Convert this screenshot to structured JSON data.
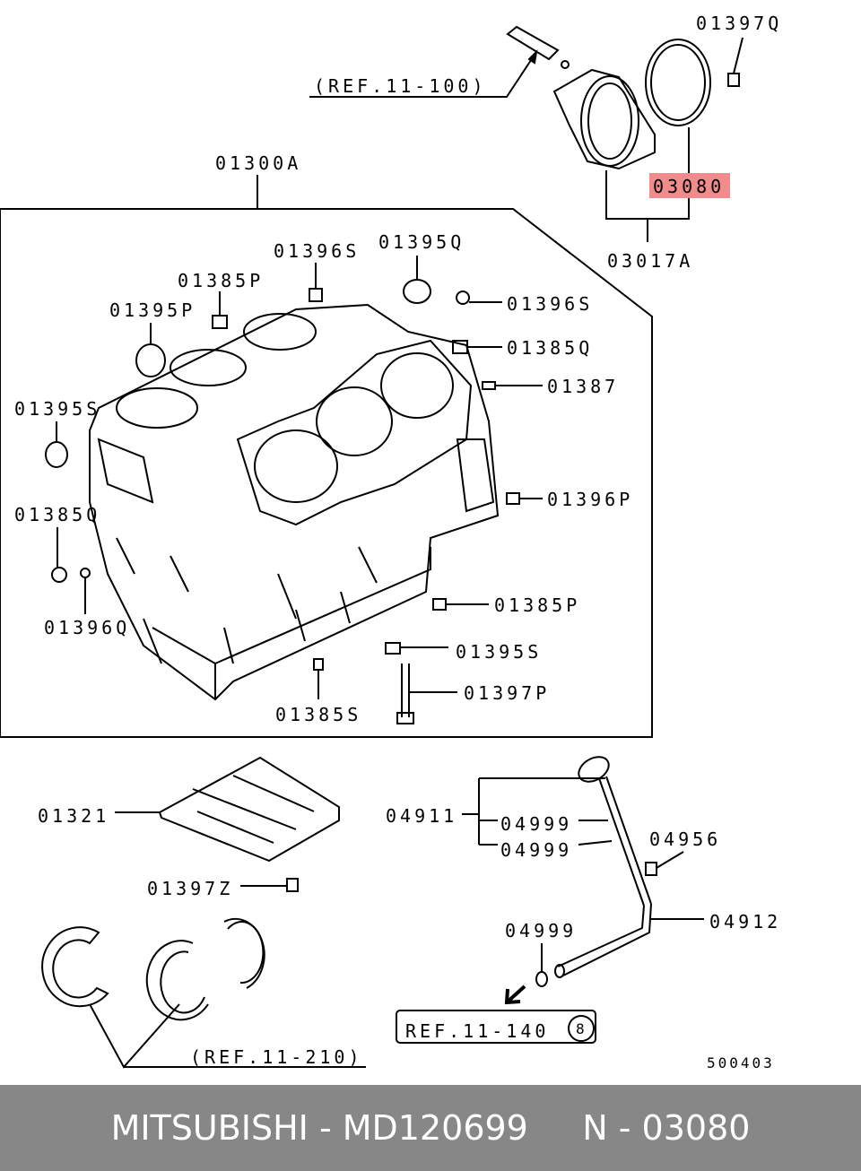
{
  "labels": {
    "p01397Q_top": "01397Q",
    "ref_11_100": "(REF.11-100)",
    "p01300A": "01300A",
    "p03080": "03080",
    "p03017A": "03017A",
    "p01396S_top": "01396S",
    "p01395Q": "01395Q",
    "p01385P_top": "01385P",
    "p01396S_right": "01396S",
    "p01395P": "01395P",
    "p01385Q_right": "01385Q",
    "p01387": "01387",
    "p01395S_left": "01395S",
    "p01396P": "01396P",
    "p01385Q_left": "01385Q",
    "p01385P_right": "01385P",
    "p01396Q": "01396Q",
    "p01395S_right": "01395S",
    "p01397P": "01397P",
    "p01385S": "01385S",
    "p01321": "01321",
    "p04911": "04911",
    "p04999_a": "04999",
    "p04999_b": "04999",
    "p04956": "04956",
    "p01397Z": "01397Z",
    "p04912": "04912",
    "p04999_c": "04999",
    "ref_11_140": "REF.11-140",
    "ref_11_140_circle": "8",
    "ref_11_210": "(REF.11-210)",
    "diagram_code": "500403"
  },
  "highlight_color": "#f28b8b",
  "footer": {
    "text": "MITSUBISHI - MD120699     N - 03080"
  }
}
